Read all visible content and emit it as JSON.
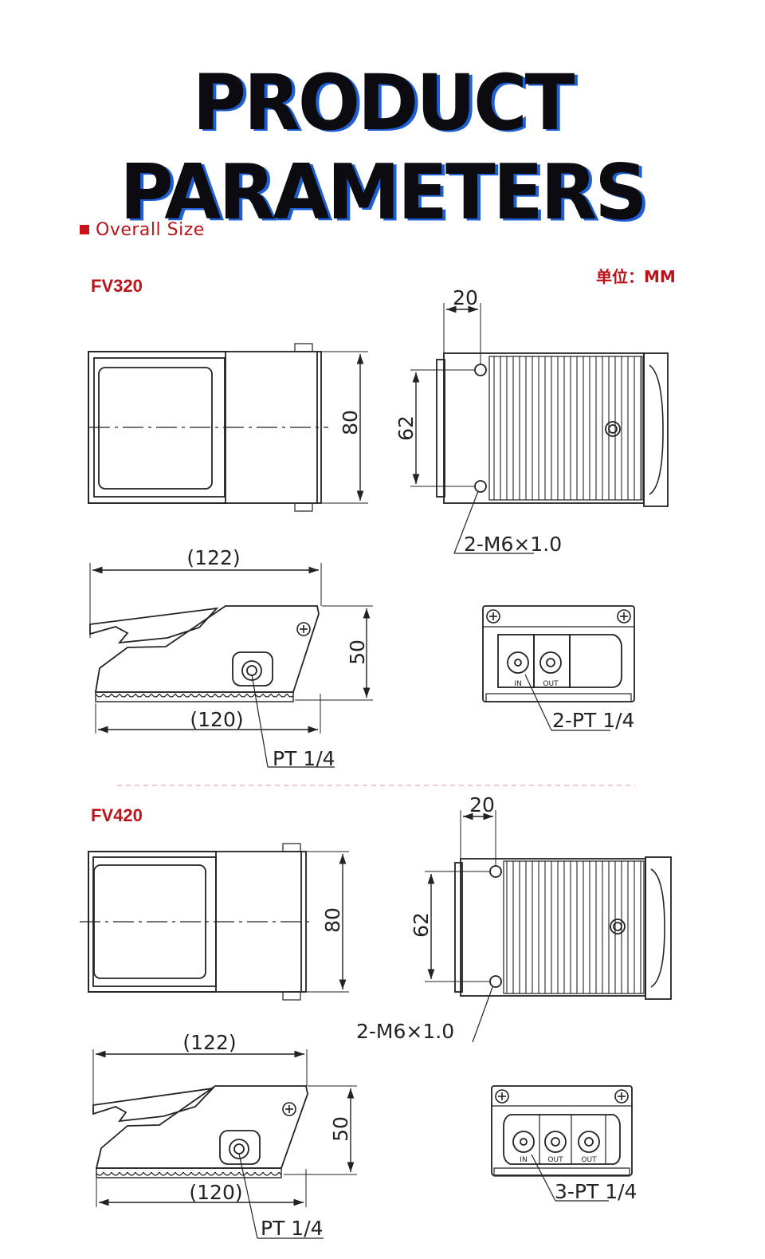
{
  "page": {
    "title": "PRODUCT PARAMETERS",
    "section_label": "Overall Size",
    "unit_label": "单位：MM"
  },
  "models": [
    {
      "name": "FV320",
      "dims": {
        "width": "80",
        "hole_spacing": "62",
        "hole_offset": "20",
        "mount_holes": "2-M6×1.0",
        "length_total": "(122)",
        "length_base": "(120)",
        "height": "50",
        "port": "PT 1/4",
        "side_ports": "2-PT 1/4"
      },
      "port_labels": [
        "IN",
        "OUT"
      ]
    },
    {
      "name": "FV420",
      "dims": {
        "width": "80",
        "hole_spacing": "62",
        "hole_offset": "20",
        "mount_holes": "2-M6×1.0",
        "length_total": "(122)",
        "length_base": "(120)",
        "height": "50",
        "port": "PT 1/4",
        "side_ports": "3-PT 1/4"
      },
      "port_labels": [
        "IN",
        "OUT",
        "OUT"
      ]
    }
  ],
  "colors": {
    "accent": "#b8141a",
    "title_shadow": "#1f5fd6",
    "line": "#222222"
  }
}
